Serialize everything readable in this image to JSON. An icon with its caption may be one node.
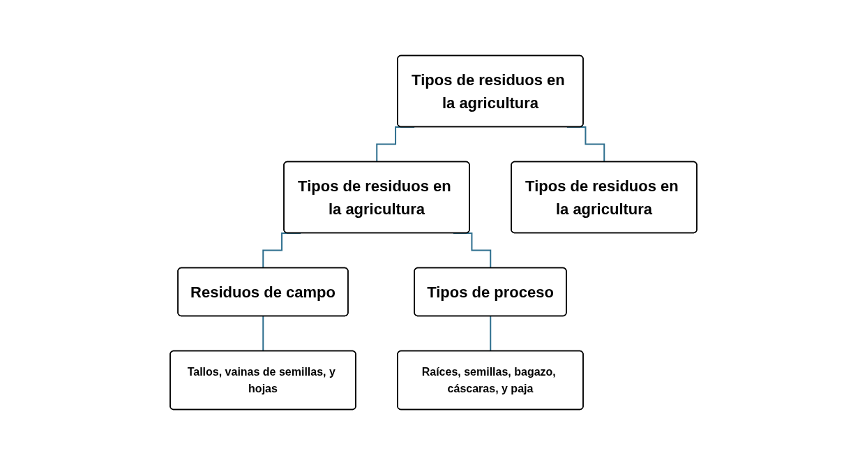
{
  "diagram": {
    "nodes": [
      {
        "text": [
          "Tipos de residuos en la agricultura"
        ]
      },
      {
        "text": [
          "Tipos de residuos en la agricultura"
        ]
      },
      {
        "text": [
          "Tipos de residuos en la agricultura"
        ]
      },
      {
        "text": [
          "Residuos de campo"
        ]
      },
      {
        "text": [
          "Tipos de proceso"
        ]
      },
      {
        "text": [
          "Tallos, vainas de semillas, y hojas"
        ]
      },
      {
        "text": [
          "Raíces, semillas, bagazo, cáscaras, y paja"
        ]
      }
    ],
    "edges": [
      {
        "from": 0,
        "to": 1,
        "arrow": "none"
      },
      {
        "from": 0,
        "to": 2,
        "arrow": "none"
      },
      {
        "from": 1,
        "to": 3,
        "arrow": "none"
      },
      {
        "from": 1,
        "to": 4,
        "arrow": "none"
      },
      {
        "from": 3,
        "to": 5,
        "arrow": "none"
      },
      {
        "from": 4,
        "to": 6,
        "arrow": "none"
      }
    ]
  }
}
